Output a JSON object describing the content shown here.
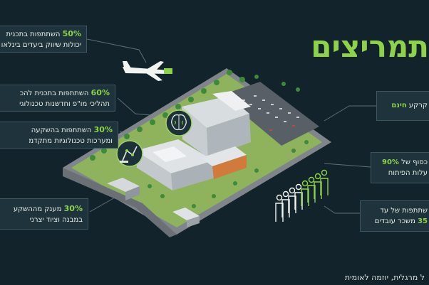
{
  "title": "תמריצים",
  "left_boxes": [
    {
      "pct": "50%",
      "line1": "השתתפות בתכנית",
      "line2": "יכולות שיווק ביעדים בינלאו"
    },
    {
      "pct": "60%",
      "line1": "השתתפות בתכנית להכ",
      "line2": "תהליכי מו\"פ וחדשנות טכנולוגי"
    },
    {
      "pct": "30%",
      "line1": "השתתפות בהשקעה",
      "line2": "ומערכות טכנולוגיות מתקדמ"
    },
    {
      "pct": "30%",
      "line1": "מענק מההשקע",
      "line2": "במבנה וציוד יצרני"
    }
  ],
  "right_boxes": [
    {
      "line1_prefix": "קרקע",
      "line1_hl": "חינם",
      "line2": ""
    },
    {
      "line1_hl": "90%",
      "line1": "כסוף של",
      "line2": "עלות הפיתוח"
    },
    {
      "line1": "שתתפות של עד",
      "line2_hl": "35",
      "line2": "משכר עובדים"
    }
  ],
  "footer": "ל מרגלית, יוזמה לאומית",
  "icons": {
    "brain": "brain-icon",
    "robot_arm": "robot-arm-icon",
    "airplane": "airplane-icon",
    "people": "people-icon"
  },
  "colors": {
    "background": "#13232b",
    "accent": "#8ed24a",
    "box": "#1e333b"
  }
}
